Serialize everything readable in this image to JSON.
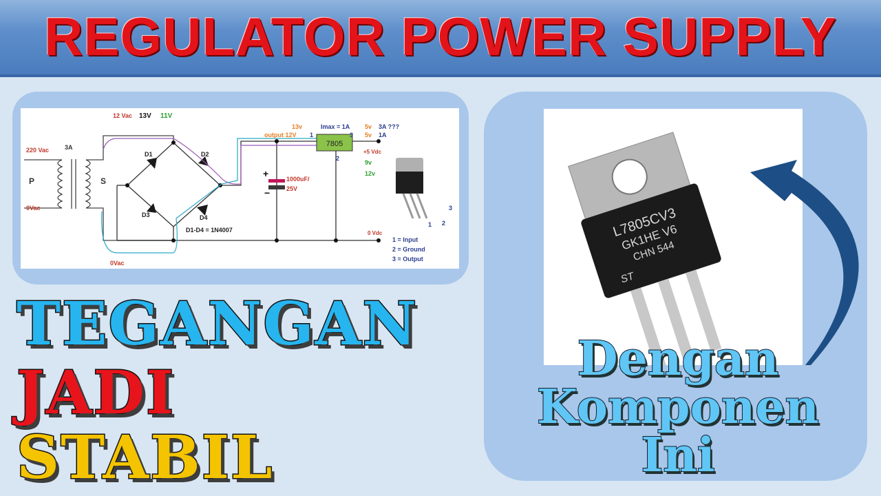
{
  "banner": {
    "title": "REGULATOR POWER SUPPLY"
  },
  "schematic": {
    "labels": {
      "v12vac": "12 Vac",
      "v13": "13V",
      "v11": "11V",
      "v220": "220 Vac",
      "a3": "3A",
      "p": "P",
      "s": "S",
      "v0vac_left": "0Vac",
      "v0vac_bottom": "0Vac",
      "d1": "D1",
      "d2": "D2",
      "d3": "D3",
      "d4": "D4",
      "diodes": "D1-D4 = 1N4007",
      "cap_val": "1000uF/",
      "cap_v": "25V",
      "plus": "+",
      "minus": "−",
      "v13_right": "13v",
      "output12": "output 12V",
      "pin1": "1",
      "imax": "Imax = 1A",
      "pin3": "3",
      "pin2": "2",
      "reg": "7805",
      "v5_1": "5v",
      "a3q": "3A ???",
      "v5_2": "5v",
      "a1": "1A",
      "vdc5": "+5 Vdc",
      "v9": "9v",
      "v12": "12v",
      "vdc0": "0 Vdc",
      "legend1": "1 = Input",
      "legend2": "2 = Ground",
      "legend3": "3 = Output",
      "mini1": "1",
      "mini2": "2",
      "mini3": "3"
    }
  },
  "photo": {
    "marking": [
      "L7805CV3",
      "GK1HE V6",
      "CHN 544"
    ],
    "logo": "ST"
  },
  "headline": [
    "TEGANGAN",
    "JADI",
    "STABIL"
  ],
  "caption": [
    "Dengan",
    "Komponen",
    "Ini"
  ],
  "colors": {
    "banner_text": "#e3131a",
    "word1": "#27b5f0",
    "word2": "#e8141c",
    "word3": "#f5c400",
    "caption": "#60c6f5",
    "panel": "#a9c7ea"
  }
}
